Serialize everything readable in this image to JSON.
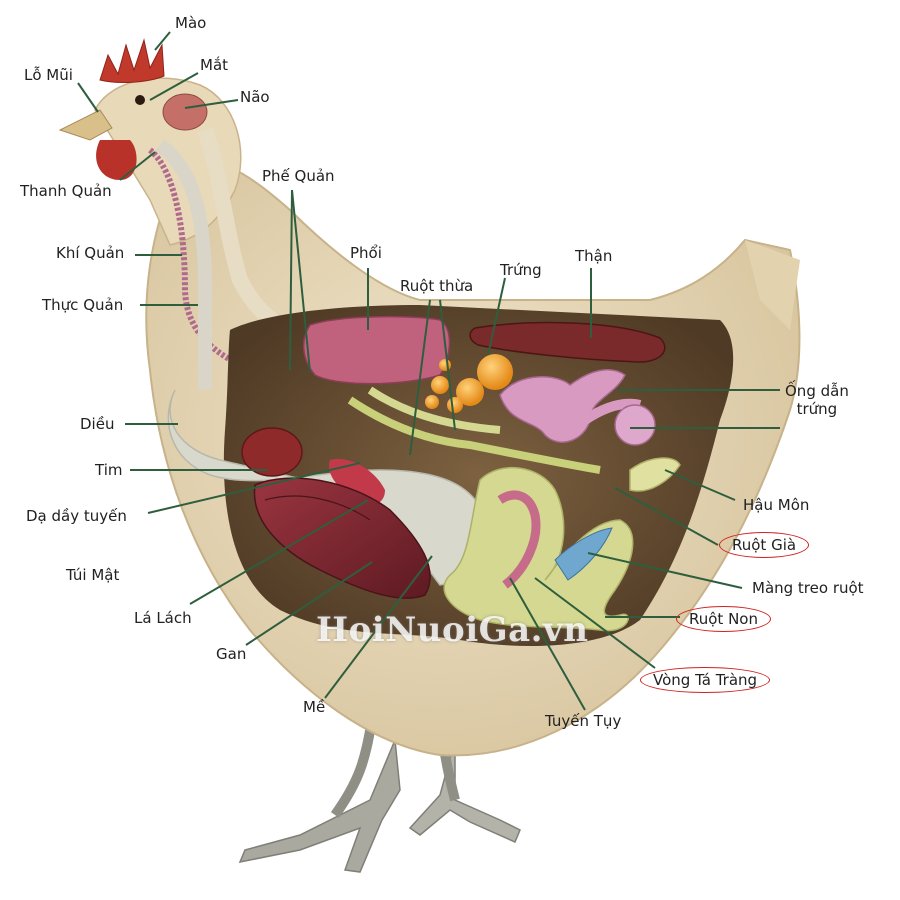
{
  "diagram": {
    "labels": {
      "mao": "Mào",
      "lo_mui": "Lỗ Mũi",
      "mat": "Mắt",
      "nao": "Não",
      "thanh_quan": "Thanh Quản",
      "phe_quan": "Phế Quản",
      "khi_quan": "Khí Quản",
      "phoi": "Phổi",
      "trung": "Trứng",
      "than": "Thận",
      "thuc_quan": "Thực Quản",
      "ruot_thua": "Ruột thừa",
      "ong_dan_trung": "Ống dẫn\ntrứng",
      "dieu": "Diều",
      "tim": "Tim",
      "hau_mon": "Hậu Môn",
      "da_day_tuyen": "Dạ dầy tuyến",
      "ruot_gia": "Ruột Già",
      "tui_mat": "Túi Mật",
      "mang_treo_ruot": "Màng treo ruột",
      "la_lach": "Lá Lách",
      "ruot_non": "Ruột Non",
      "gan": "Gan",
      "vong_ta_trang": "Vòng Tá Tràng",
      "me": "Mề",
      "tuyen_tuy": "Tuyến Tụy"
    },
    "highlighted": [
      "ruot_gia",
      "ruot_non",
      "vong_ta_trang"
    ],
    "watermark": "HoiNuoiGa.vn",
    "colors": {
      "leader_line": "#2e5e3e",
      "highlight_ring": "#d02020",
      "feathers": "#e9dcc0",
      "body_cavity": "#6a4e33",
      "comb": "#c0392b",
      "lung": "#c0627d",
      "kidney": "#7a2a2a",
      "liver": "#7a2530",
      "heart": "#8e2a2a",
      "crop": "#d8d8cc",
      "intestine": "#d5d890",
      "egg": "#f0a030",
      "oviduct": "#d89ac0",
      "legs": "#a9a9a0"
    }
  }
}
